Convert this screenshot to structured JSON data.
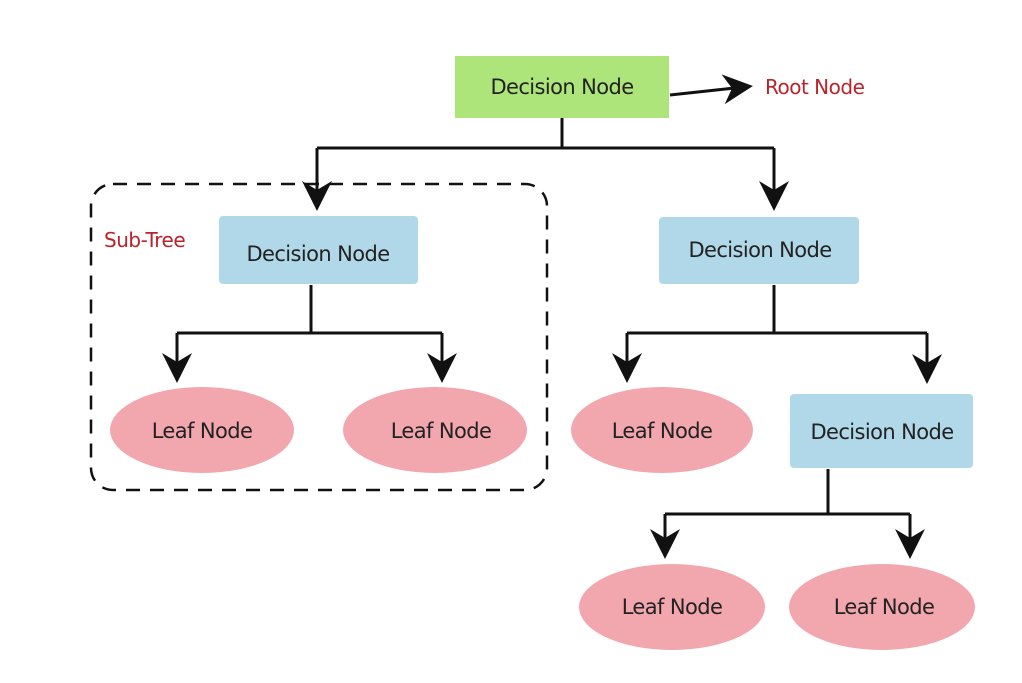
{
  "colors": {
    "root_fill": "#aee57a",
    "decision_fill": "#b0d8e8",
    "leaf_fill": "#f2a6ad",
    "line": "#111111",
    "annotation_text": "#b8242c",
    "subtree_border": "#111111"
  },
  "nodes": {
    "root": {
      "label": "Decision Node"
    },
    "left_decision": {
      "label": "Decision Node"
    },
    "right_decision": {
      "label": "Decision Node"
    },
    "right_child_decision": {
      "label": "Decision Node"
    },
    "leaf_1": {
      "label": "Leaf Node"
    },
    "leaf_2": {
      "label": "Leaf Node"
    },
    "leaf_3": {
      "label": "Leaf Node"
    },
    "leaf_4": {
      "label": "Leaf Node"
    },
    "leaf_5": {
      "label": "Leaf Node"
    }
  },
  "annotations": {
    "root_node_label": "Root Node",
    "sub_tree_label": "Sub-Tree"
  }
}
